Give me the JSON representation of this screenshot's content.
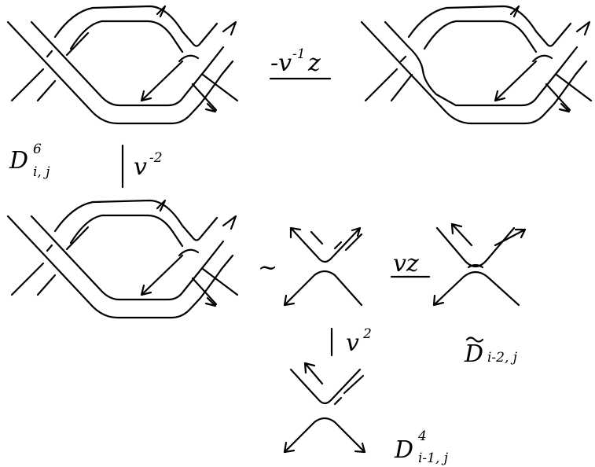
{
  "labels": {
    "coef_top": "-v",
    "coef_top_sup": "-1",
    "coef_top_z": "z",
    "d_top_base": "D",
    "d_top_sup": "6",
    "d_top_sub": "i, j",
    "coef_left_v": "v",
    "coef_left_sup": "-2",
    "tilde_sign": "~",
    "coef_mid": "vz",
    "coef_down_v": "v",
    "coef_down_sup": "2",
    "dt_base": "D",
    "dt_sub": "i-2, j",
    "d_bot_base": "D",
    "d_bot_sup": "4",
    "d_bot_sub": "i-1, j"
  }
}
